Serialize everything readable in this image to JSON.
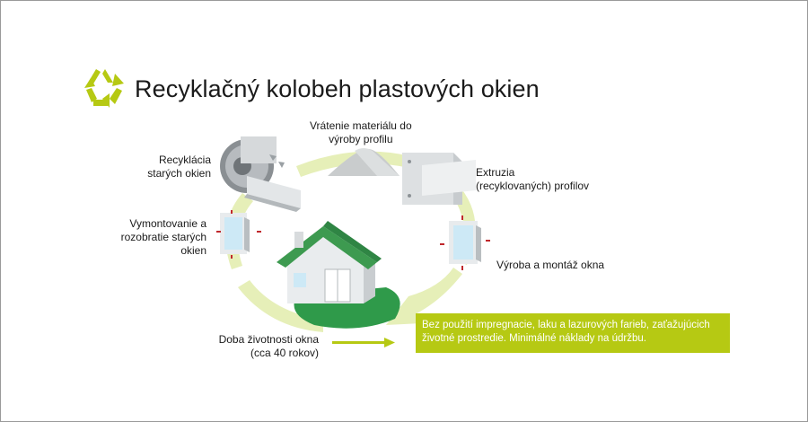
{
  "title": "Recyklačný kolobeh plastových okien",
  "labels": {
    "return_material": [
      "Vrátenie materiálu do",
      "výroby profilu"
    ],
    "recycling": [
      "Recyklácia",
      "starých okien"
    ],
    "extrusion": [
      "Extruzia",
      "(recyklovaných) profilov"
    ],
    "dismantling": [
      "Vymontovanie a",
      "rozobratie starých",
      "okien"
    ],
    "production": "Výroba a montáž okna",
    "lifetime": [
      "Doba životnosti okna",
      "(cca 40 rokov)"
    ]
  },
  "note": "Bez použití impregnacie, laku a lazurových farieb, zaťažujúcich životné prostredie. Minimálné náklady na údržbu.",
  "colors": {
    "accent_green": "#b6c913",
    "cycle_light": "#e4eeb0",
    "roof_green": "#3d9a50",
    "arrow_red": "#c0282c",
    "frame_border": "#9a9a9a"
  },
  "icons": [
    "recycle-icon",
    "shredder-icon",
    "material-pile-icon",
    "extruder-icon",
    "window-icon",
    "house-icon",
    "arrow-icon"
  ]
}
